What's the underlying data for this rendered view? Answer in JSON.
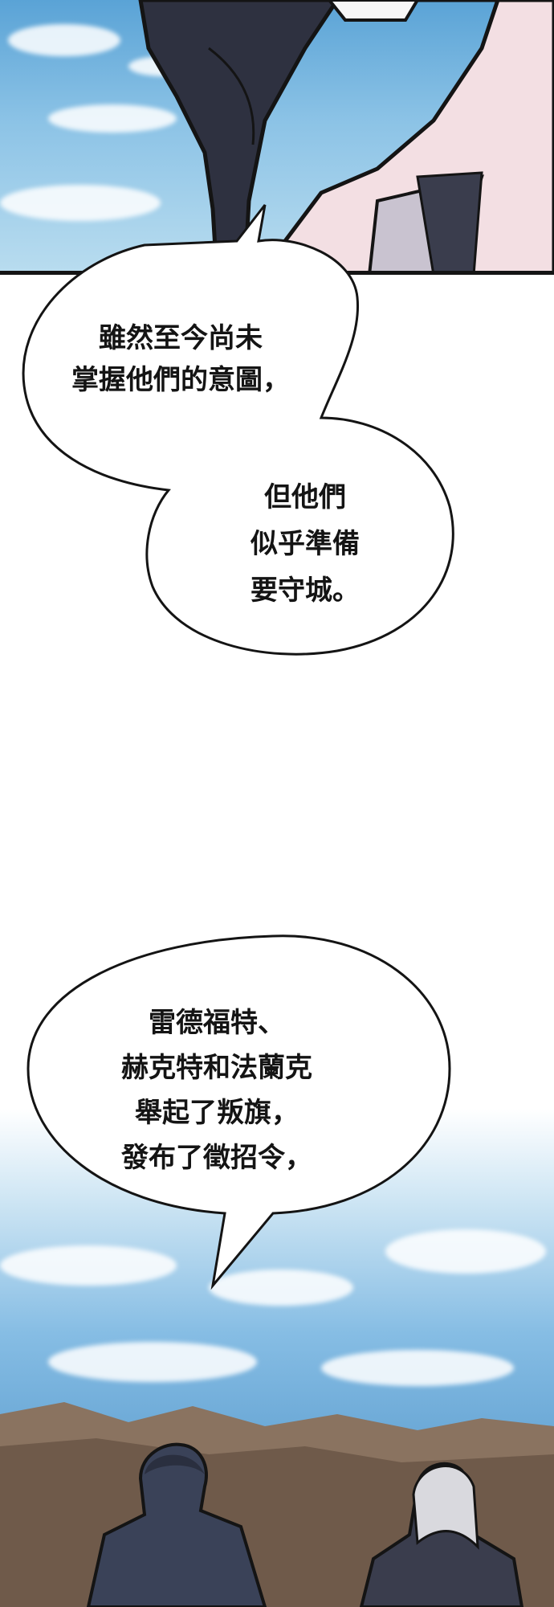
{
  "bubbles": {
    "b1": {
      "lines": [
        "雖然至今尚未",
        "掌握他們的意圖，"
      ]
    },
    "b2": {
      "lines": [
        "但他們",
        "似乎準備",
        "要守城。"
      ]
    },
    "b3": {
      "lines": [
        "雷德福特、",
        "赫克特和法蘭克",
        "舉起了叛旗，",
        "發布了徵招令，"
      ]
    }
  },
  "colors": {
    "sky": "#7fb7df",
    "outline": "#141414",
    "skin": "#f3dfe3",
    "hair_dark": "#2e3140",
    "mountains": "#8a7360"
  }
}
